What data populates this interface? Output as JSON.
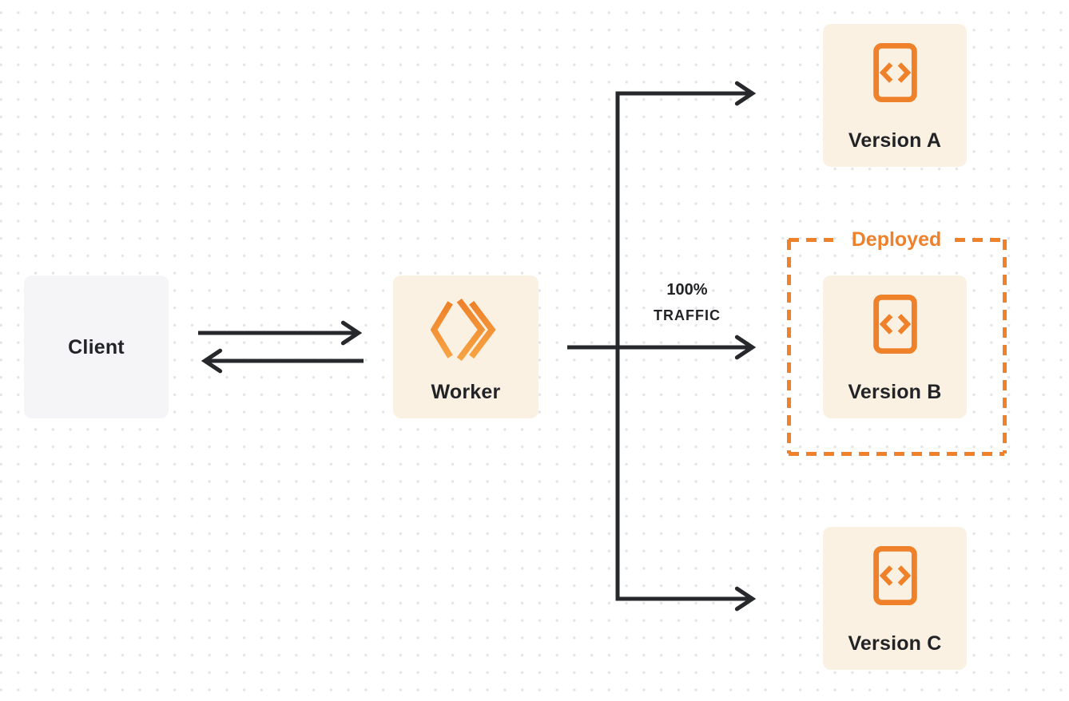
{
  "colors": {
    "accent_orange": "#EE8129",
    "accent_orange_light": "#F7A343",
    "node_cream_bg": "#FAF1E3",
    "node_gray_bg": "#F5F5F7",
    "connector_dark": "#26282B",
    "text_dark": "#222326",
    "dot_grid": "#E4E4E7"
  },
  "icons": {
    "worker": "workers-logo-icon",
    "version": "code-file-icon"
  },
  "diagram": {
    "nodes": {
      "client": {
        "label": "Client"
      },
      "worker": {
        "label": "Worker"
      },
      "version_a": {
        "label": "Version A"
      },
      "version_b": {
        "label": "Version B"
      },
      "version_c": {
        "label": "Version C"
      }
    },
    "traffic_label": {
      "line1": "100%",
      "line2": "TRAFFIC"
    },
    "deployed_label": "Deployed"
  }
}
